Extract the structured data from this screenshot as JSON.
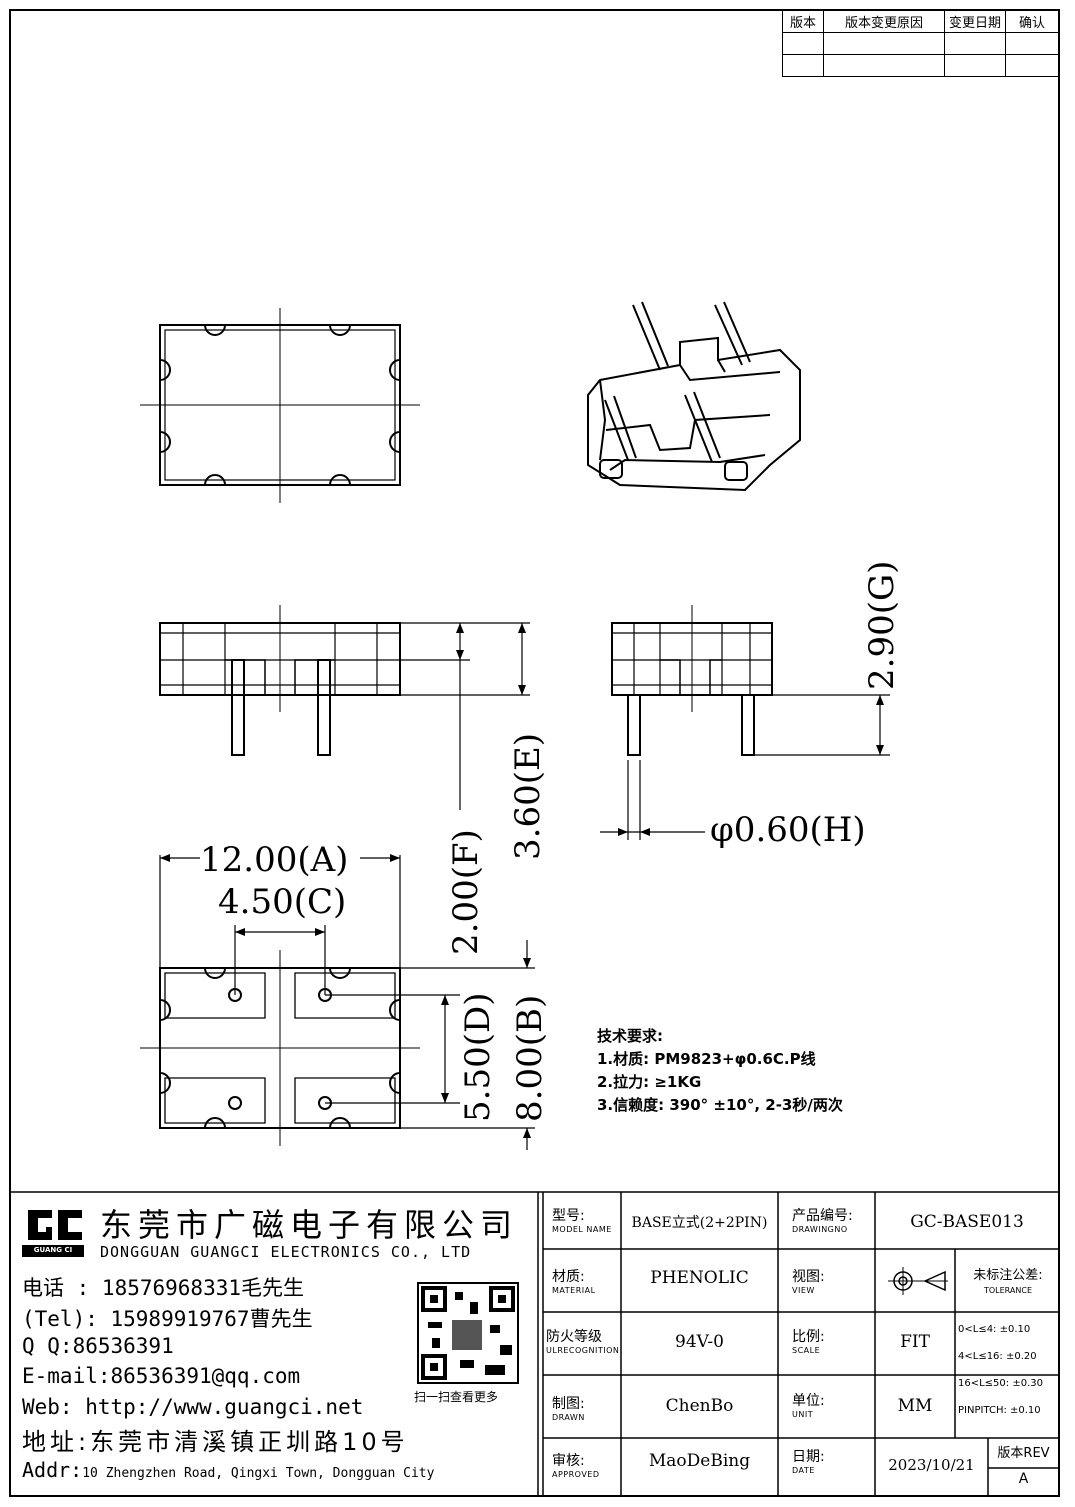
{
  "revision_table": {
    "headers": [
      "版本",
      "版本变更原因",
      "变更日期",
      "确认"
    ]
  },
  "dimensions": {
    "a": "12.00(A)",
    "c": "4.50(C)",
    "f": "2.00(F)",
    "e": "3.60(E)",
    "d": "5.50(D)",
    "b": "8.00(B)",
    "g": "2.90(G)",
    "h": "φ0.60(H)"
  },
  "requirements": {
    "title": "技术要求:",
    "items": [
      "1.材质: PM9823+φ0.6C.P线",
      "2.拉力: ≥1KG",
      "3.信赖度: 390° ±10°, 2-3秒/两次"
    ]
  },
  "company": {
    "logo_text": "GC",
    "logo_sub": "GUANG CI",
    "name_cn": "东莞市广磁电子有限公司",
    "name_en": "DONGGUAN GUANGCI ELECTRONICS CO., LTD",
    "tel_line1": "电话 : 18576968331毛先生",
    "tel_line2": "(Tel): 15989919767曹先生",
    "qq": "Q Q:86536391",
    "email": "E-mail:86536391@qq.com",
    "web": "Web: http://www.guangci.net",
    "addr_cn": "地址:东莞市清溪镇正圳路10号",
    "addr_prefix": "Addr:",
    "addr_en": "10 Zhengzhen Road, Qingxi Town, Dongguan City",
    "qr_caption": "扫一扫查看更多"
  },
  "title_block": {
    "model_label": "型号:",
    "model_sub": "MODEL NAME",
    "model_value": "BASE立式(2+2PIN)",
    "product_label": "产品编号:",
    "product_sub": "DRAWINGNO",
    "product_value": "GC-BASE013",
    "material_label": "材质:",
    "material_sub": "MATERIAL",
    "material_value": "PHENOLIC",
    "view_label": "视图:",
    "view_sub": "VIEW",
    "tol_label": "未标注公差:",
    "tol_sub": "TOLERANCE",
    "tol_lines": [
      "0<L≤4: ±0.10",
      "4<L≤16: ±0.20",
      "16<L≤50: ±0.30",
      "PINPITCH: ±0.10"
    ],
    "fire_label": "防火等级",
    "fire_sub": "ULRECOGNITION",
    "fire_value": "94V-0",
    "scale_label": "比例:",
    "scale_sub": "SCALE",
    "scale_value": "FIT",
    "drawn_label": "制图:",
    "drawn_sub": "DRAWN",
    "drawn_value": "ChenBo",
    "unit_label": "单位:",
    "unit_sub": "UNIT",
    "unit_value": "MM",
    "approved_label": "审核:",
    "approved_sub": "APPROVED",
    "approved_value": "MaoDeBing",
    "date_label": "日期:",
    "date_sub": "DATE",
    "date_value": "2023/10/21",
    "rev_label": "版本REV",
    "rev_value": "A"
  }
}
